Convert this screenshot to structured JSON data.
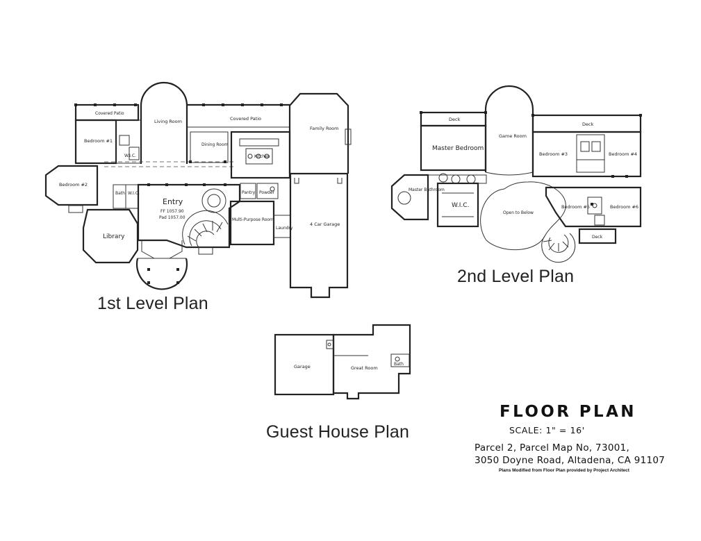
{
  "plans": {
    "first_level": "1st Level Plan",
    "second_level": "2nd Level Plan",
    "guest_house": "Guest House Plan"
  },
  "rooms_first": {
    "covered_patio_left": "Covered Patio",
    "bedroom_1": "Bedroom #1",
    "wic_left": "W.I.C.",
    "living_room": "Living Room",
    "covered_patio": "Covered Patio",
    "dining_room": "Dining Room",
    "kitchen": "Kitchen",
    "family_room": "Family Room",
    "bedroom_2": "Bedroom #2",
    "bath_small": "Bath",
    "wic_small": "W.I.C.",
    "entry": "Entry",
    "ff_elev": "FF 1057.90",
    "pad_elev": "Pad 1057.00",
    "pantry": "Pantry",
    "powder": "Powder",
    "multi_purpose": "Multi-Purpose Room",
    "laundry": "Laundry",
    "garage": "4 Car Garage",
    "library": "Library"
  },
  "rooms_second": {
    "deck_left": "Deck",
    "master_bedroom": "Master Bedroom",
    "game_room": "Game Room",
    "deck_right": "Deck",
    "bedroom_3": "Bedroom #3",
    "bedroom_4": "Bedroom #4",
    "master_bath": "Master Bathroom",
    "wic": "W.I.C.",
    "open_below": "Open to Below",
    "bedroom_5": "Bedroom #5",
    "bedroom_6": "Bedroom #6",
    "deck_bottom": "Deck"
  },
  "rooms_guest": {
    "garage": "Garage",
    "great_room": "Great Room",
    "bath": "Bath"
  },
  "title_block": {
    "heading": "FLOOR PLAN",
    "scale": "SCALE: 1\" = 16'",
    "address_line1": "Parcel 2, Parcel Map No, 73001,",
    "address_line2": "3050 Doyne Road, Altadena, CA 91107",
    "credit": "Plans Modified from Floor Plan provided by Project Architect"
  }
}
